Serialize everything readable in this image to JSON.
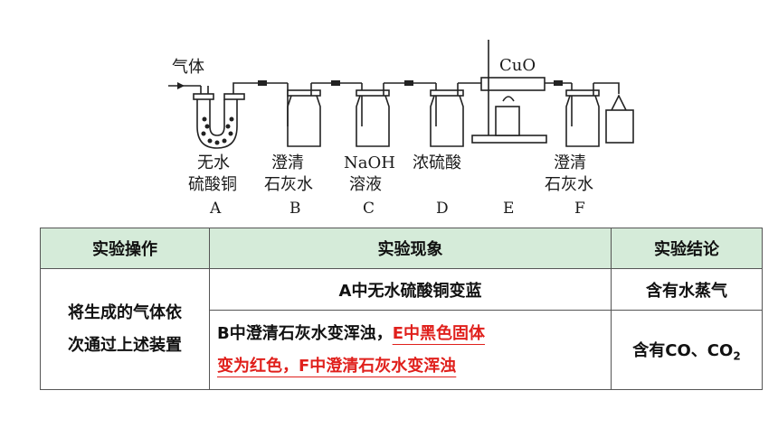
{
  "diagram": {
    "gas_in_label": "气体",
    "cuo_label": "CuO",
    "devices": [
      {
        "letter": "A",
        "line1": "无水",
        "line2": "硫酸铜"
      },
      {
        "letter": "B",
        "line1": "澄清",
        "line2": "石灰水"
      },
      {
        "letter": "C",
        "line1": "NaOH",
        "line2": "溶液"
      },
      {
        "letter": "D",
        "line1": "浓硫酸",
        "line2": ""
      },
      {
        "letter": "E",
        "line1": "",
        "line2": ""
      },
      {
        "letter": "F",
        "line1": "澄清",
        "line2": "石灰水"
      }
    ]
  },
  "table": {
    "headers": [
      "实验操作",
      "实验现象",
      "实验结论"
    ],
    "operation": {
      "line1": "将生成的气体依",
      "line2": "次通过上述装置"
    },
    "row1": {
      "phenomenon": "A中无水硫酸铜变蓝",
      "conclusion": "含有水蒸气"
    },
    "row2": {
      "phen_black_part": "B中澄清石灰水变浑浊，",
      "phen_red_part1": "E中黑色固体",
      "phen_red_part2": "变为红色，F中澄清石灰水变浑浊",
      "conclusion_prefix": "含有CO、CO",
      "conclusion_sub": "2"
    },
    "colors": {
      "header_bg": "#d5ebd9",
      "answer_red": "#e0201c"
    }
  }
}
